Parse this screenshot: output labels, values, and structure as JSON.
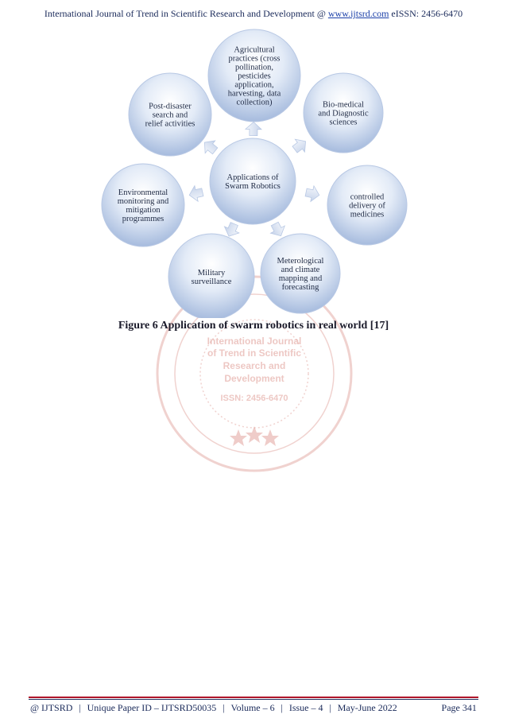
{
  "header": {
    "journal_prefix": "International Journal of Trend in Scientific Research and Development @ ",
    "website": "www.ijtsrd.com",
    "issn": " eISSN: 2456-6470"
  },
  "diagram": {
    "center": [
      "Applications of",
      "Swarm Robotics"
    ],
    "nodes": [
      {
        "lines": [
          "Agricultural",
          "practices (cross",
          "pollination,",
          "pesticides",
          "application,",
          "harvesting, data",
          "collection)"
        ]
      },
      {
        "lines": [
          "Bio-medical",
          "and Diagnostic",
          "sciences"
        ]
      },
      {
        "lines": [
          "controlled",
          "delivery of",
          "medicines"
        ]
      },
      {
        "lines": [
          "Meterological",
          "and climate",
          "mapping and",
          "forecasting"
        ]
      },
      {
        "lines": [
          "Military",
          "surveillance"
        ]
      },
      {
        "lines": [
          "Environmental",
          "monitoring and",
          "mitigation",
          "programmes"
        ]
      },
      {
        "lines": [
          "Post-disaster",
          "search and",
          "relief activities"
        ]
      }
    ]
  },
  "caption": "Figure 6 Application of swarm robotics in real world [17]",
  "watermark": {
    "lines": [
      "International Journal",
      "of Trend in Scientific",
      "Research and",
      "Development",
      "ISSN: 2456-6470"
    ]
  },
  "footer": {
    "left": "@ IJTSRD",
    "paper_id": "Unique Paper ID – IJTSRD50035",
    "volume": "Volume – 6",
    "issue": "Issue – 4",
    "date": "May-June 2022",
    "page": "Page 341"
  }
}
